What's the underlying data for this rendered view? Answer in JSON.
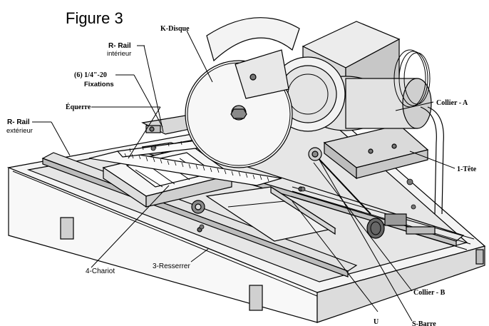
{
  "figure_title": "Figure 3",
  "labels": {
    "k_disque": "K-Disque",
    "r_rail_int_1": "R- Rail",
    "r_rail_int_2": "intérieur",
    "fixations_1": "(6) 1/4\"-20",
    "fixations_2": "Fixations",
    "equerre": "Équerre",
    "r_rail_ext_1": "R- Rail",
    "r_rail_ext_2": "extérieur",
    "collier_a": "Collier - A",
    "tete": "1-Tête",
    "chariot": "4-Chariot",
    "resserrer": "3-Resserrer",
    "collier_b": "Collier - B",
    "u": "U",
    "s_barre": "S-Barre"
  },
  "colors": {
    "line": "#000000",
    "steel_light": "#ececec",
    "steel_mid": "#cfcfcf",
    "steel_dark": "#8a8a8a",
    "background": "#ffffff"
  }
}
